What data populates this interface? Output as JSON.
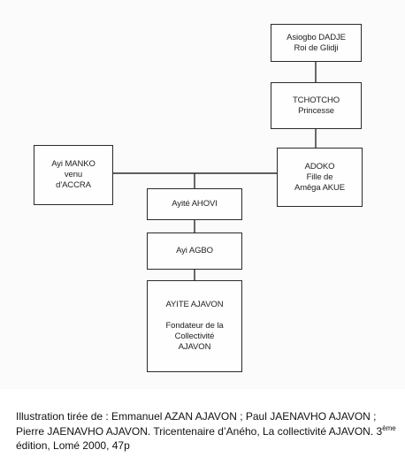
{
  "diagram": {
    "nodes": {
      "cadjie": {
        "line1": "Asiogbo DADJE",
        "line2": "Roi de Glidji"
      },
      "tchotcho": {
        "line1": "TCHOTCHO",
        "line2": "Princesse"
      },
      "manko": {
        "line1": "Ayi MANKO",
        "line2": "venu",
        "line3": "d'ACCRA"
      },
      "adoko": {
        "line1": "ADOKO",
        "line2": "Fille de",
        "line3": "Amêga AKUE"
      },
      "ahovi": {
        "line1": "Ayité AHOVI"
      },
      "agbo": {
        "line1": "Ayi AGBO"
      },
      "ajavon": {
        "line1": "AYITE AJAVON",
        "line2": "Fondateur de la",
        "line3": "Collectivité",
        "line4": "AJAVON"
      }
    }
  },
  "caption": {
    "part1": "Illustration tirée de : Emmanuel AZAN AJAVON ; Paul JAENAVHO AJAVON ; Pierre JAENAVHO AJAVON. Tricentenaire d’Aného, La collectivité AJAVON. 3",
    "superscript": "ème",
    "part2": " édition, Lomé 2000, 47p"
  }
}
